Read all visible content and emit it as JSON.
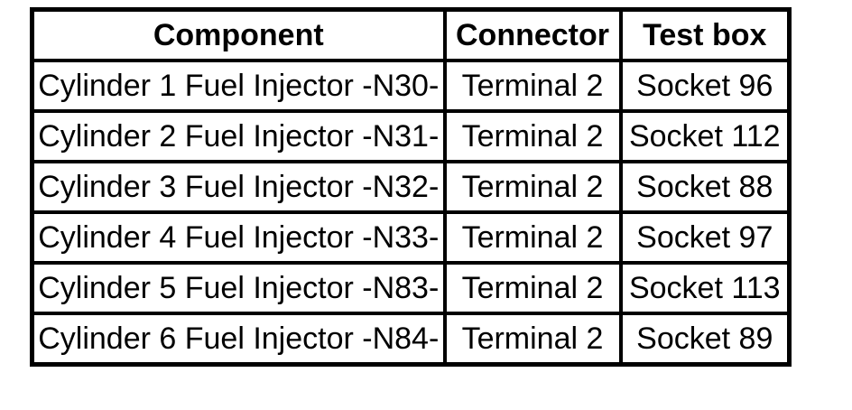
{
  "colors": {
    "border": "#000000",
    "background": "#ffffff",
    "text": "#000000"
  },
  "table": {
    "headers": [
      "Component",
      "Connector",
      "Test box"
    ],
    "rows": [
      [
        "Cylinder 1 Fuel Injector -N30-",
        "Terminal 2",
        "Socket 96"
      ],
      [
        "Cylinder 2 Fuel Injector -N31-",
        "Terminal 2",
        "Socket 112"
      ],
      [
        "Cylinder 3 Fuel Injector -N32-",
        "Terminal 2",
        "Socket 88"
      ],
      [
        "Cylinder 4 Fuel Injector -N33-",
        "Terminal 2",
        "Socket 97"
      ],
      [
        "Cylinder 5 Fuel Injector -N83-",
        "Terminal 2",
        "Socket 113"
      ],
      [
        "Cylinder 6 Fuel Injector -N84-",
        "Terminal 2",
        "Socket 89"
      ]
    ]
  }
}
